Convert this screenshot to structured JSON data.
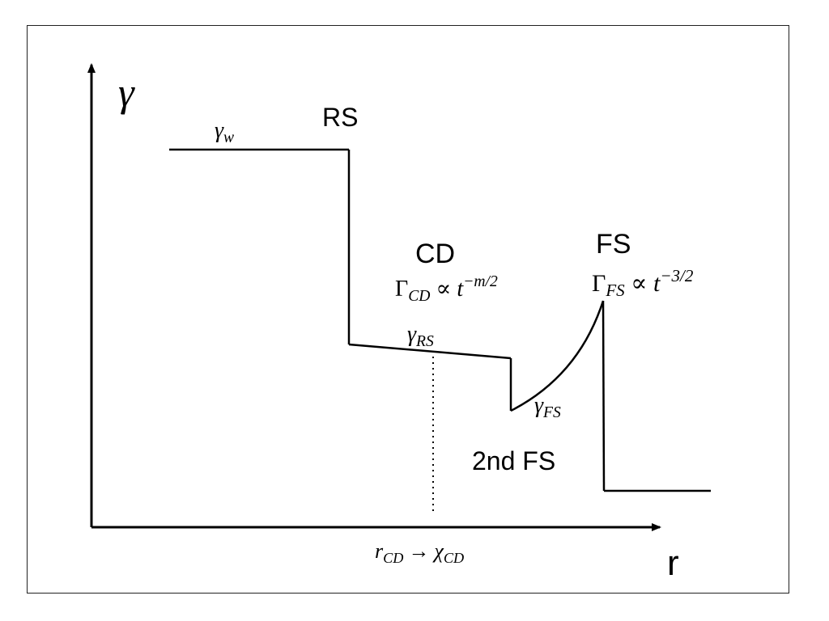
{
  "axes": {
    "y_label": "γ",
    "x_label": "r",
    "x_note": {
      "main": "r",
      "sub": "CD",
      "arrow": "→",
      "main2": "χ",
      "sub2": "CD"
    }
  },
  "shocks": {
    "rs": "RS",
    "cd": "CD",
    "fs": "FS",
    "second_fs": "2nd FS"
  },
  "curve_labels": {
    "gamma_w": {
      "main": "γ",
      "sub": "w"
    },
    "gamma_rs": {
      "main": "γ",
      "sub": "RS"
    },
    "gamma_fs": {
      "main": "γ",
      "sub": "FS"
    }
  },
  "formulas": {
    "gamma_cd": {
      "main": "Γ",
      "sub": "CD",
      "rel": " ∝ t",
      "exp": "−m/2"
    },
    "gamma_fs": {
      "main": "Γ",
      "sub": "FS",
      "rel": " ∝ t",
      "exp": "−3/2"
    }
  }
}
